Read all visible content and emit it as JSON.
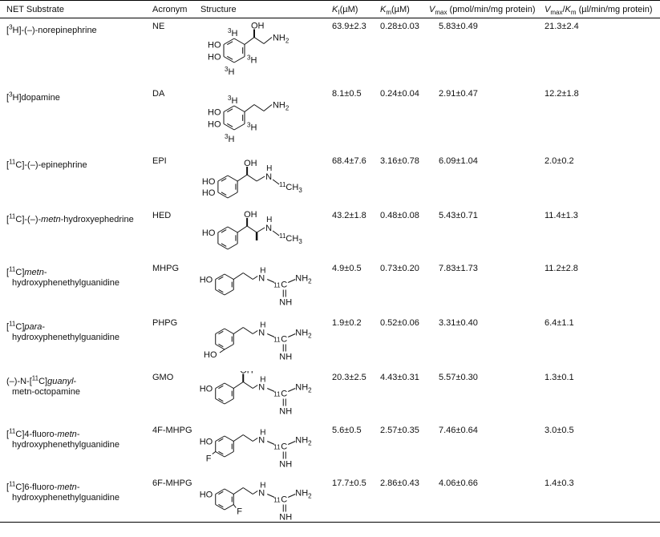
{
  "table": {
    "headers": {
      "substrate": "NET Substrate",
      "acronym": "Acronym",
      "structure": "Structure",
      "ki": "K_i (µM)",
      "km": "K_m (µM)",
      "vmax": "V_max (pmol/min/mg protein)",
      "ratio": "V_max/K_m (µl/min/mg protein)"
    },
    "rows": [
      {
        "name_pre": "[",
        "name_sup": "3",
        "name_post": "H]-(–)-norepinephrine",
        "name_line2": "",
        "acronym": "NE",
        "ki": "63.9±2.3",
        "km": "0.28±0.03",
        "vmax": "5.83±0.49",
        "ratio": "21.3±2.4"
      },
      {
        "name_pre": "[",
        "name_sup": "3",
        "name_post": "H]dopamine",
        "name_line2": "",
        "acronym": "DA",
        "ki": "8.1±0.5",
        "km": "0.24±0.04",
        "vmax": "2.91±0.47",
        "ratio": "12.2±1.8"
      },
      {
        "name_pre": "[",
        "name_sup": "11",
        "name_post": "C]-(–)-epinephrine",
        "name_line2": "",
        "acronym": "EPI",
        "ki": "68.4±7.6",
        "km": "3.16±0.78",
        "vmax": "6.09±1.04",
        "ratio": "2.0±0.2"
      },
      {
        "name_pre": "[",
        "name_sup": "11",
        "name_post": "C]-(–)-metn-hydroxyephedrine",
        "name_line2": "",
        "acronym": "HED",
        "ki": "43.2±1.8",
        "km": "0.48±0.08",
        "vmax": "5.43±0.71",
        "ratio": "11.4±1.3"
      },
      {
        "name_pre": "[",
        "name_sup": "11",
        "name_post": "C]metn-",
        "name_line2": "hydroxyphenethylguanidine",
        "acronym": "MHPG",
        "ki": "4.9±0.5",
        "km": "0.73±0.20",
        "vmax": "7.83±1.73",
        "ratio": "11.2±2.8"
      },
      {
        "name_pre": "[",
        "name_sup": "11",
        "name_post": "C]para-",
        "name_line2": "hydroxyphenethylguanidine",
        "acronym": "PHPG",
        "ki": "1.9±0.2",
        "km": "0.52±0.06",
        "vmax": "3.31±0.40",
        "ratio": "6.4±1.1"
      },
      {
        "name_pre": "(–)-N-[",
        "name_sup": "11",
        "name_post": "C]guanyl-",
        "name_line2": "metn-octopamine",
        "acronym": "GMO",
        "ki": "20.3±2.5",
        "km": "4.43±0.31",
        "vmax": "5.57±0.30",
        "ratio": "1.3±0.1"
      },
      {
        "name_pre": "[",
        "name_sup": "11",
        "name_post": "C]4-fluoro-metn-",
        "name_line2": "hydroxyphenethylguanidine",
        "acronym": "4F-MHPG",
        "ki": "5.6±0.5",
        "km": "2.57±0.35",
        "vmax": "7.46±0.64",
        "ratio": "3.0±0.5"
      },
      {
        "name_pre": "[",
        "name_sup": "11",
        "name_post": "C]6-fluoro-metn-",
        "name_line2": "hydroxyphenethylguanidine",
        "acronym": "6F-MHPG",
        "ki": "17.7±0.5",
        "km": "2.86±0.43",
        "vmax": "4.06±0.66",
        "ratio": "1.4±0.3"
      }
    ],
    "structure_labels": {
      "oh": "OH",
      "ho": "HO",
      "nh2": "NH",
      "nh2_sub": "2",
      "h": "H",
      "n": "N",
      "nh": "NH",
      "iso3": "3",
      "iso11": "11",
      "c": "C",
      "ch3": "CH",
      "ch3_sub": "3",
      "f": "F",
      "eq": "="
    }
  }
}
